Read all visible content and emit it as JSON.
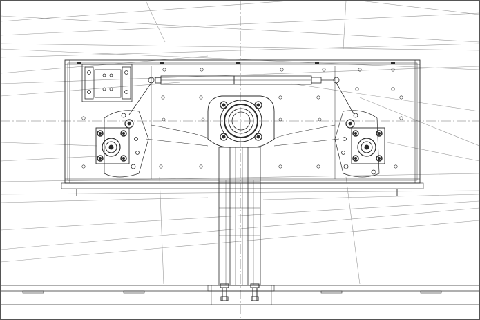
{
  "viewport": {
    "background": "#ffffff",
    "line_color": "#2a2a2a",
    "thin_line_color": "#8a8a8a",
    "centerline_color": "#6a6a6a"
  },
  "drawing": {
    "view": "front elevation",
    "components": [
      "frame-plate",
      "pneumatic-cylinder",
      "center-bearing-hub",
      "left-gear-assembly",
      "right-gear-assembly",
      "left-clamp-block",
      "support-column",
      "base-rail",
      "anchor-bolts"
    ]
  }
}
